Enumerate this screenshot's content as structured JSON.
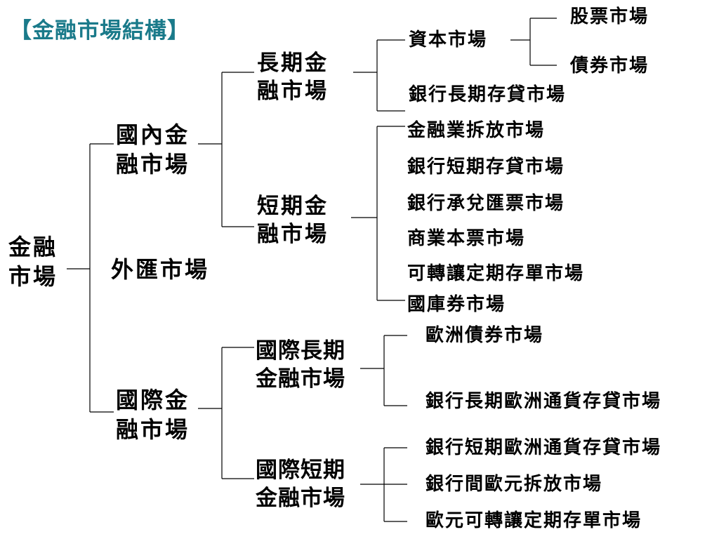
{
  "title": "【金融市場結構】",
  "accent_color": "#1a7a8a",
  "root": {
    "line1": "金融",
    "line2": "市場"
  },
  "domestic": {
    "line1": "國內金",
    "line2": "融市場"
  },
  "forex": {
    "label": "外匯市場"
  },
  "international": {
    "line1": "國際金",
    "line2": "融市場"
  },
  "long_term": {
    "line1": "長期金",
    "line2": "融市場"
  },
  "short_term": {
    "line1": "短期金",
    "line2": "融市場"
  },
  "intl_long": {
    "line1": "國際長期",
    "line2": "金融市場"
  },
  "intl_short": {
    "line1": "國際短期",
    "line2": "金融市場"
  },
  "capital_market": {
    "label": "資本市場"
  },
  "leaves": {
    "stock": "股票市場",
    "bond": "債券市場",
    "bank_long_loan": "銀行長期存貸市場",
    "interbank_call": "金融業拆放市場",
    "bank_short_loan": "銀行短期存貸市場",
    "bankers_acceptance": "銀行承兌匯票市場",
    "commercial_paper": "商業本票市場",
    "ncd": "可轉讓定期存單市場",
    "treasury": "國庫券市場",
    "eurobond": "歐洲債券市場",
    "bank_long_euro": "銀行長期歐洲通貨存貸市場",
    "bank_short_euro": "銀行短期歐洲通貨存貸市場",
    "interbank_euro": "銀行間歐元拆放市場",
    "euro_ncd": "歐元可轉讓定期存單市場"
  }
}
